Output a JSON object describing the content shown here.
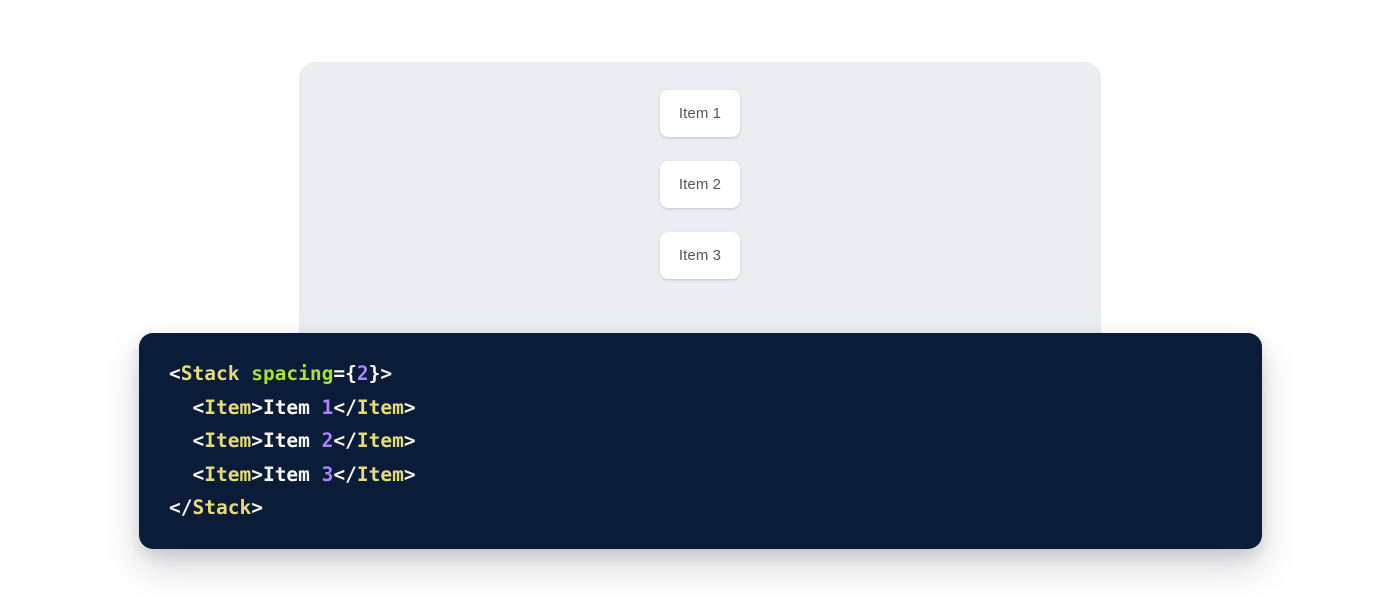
{
  "preview": {
    "panel_bg": "#eaedf2",
    "card_bg": "#ffffff",
    "card_text_color": "#55595e",
    "items": [
      {
        "label": "Item 1"
      },
      {
        "label": "Item 2"
      },
      {
        "label": "Item 3"
      }
    ]
  },
  "code": {
    "background": "#0a1c38",
    "language": "jsx",
    "colors": {
      "punctuation": "#f8f8f2",
      "tag": "#e6db74",
      "attribute": "#a6e22e",
      "number": "#ae81ff",
      "text": "#f8f8f2"
    },
    "lines": [
      {
        "indent": "",
        "tokens": [
          {
            "t": "punct",
            "v": "<"
          },
          {
            "t": "tag",
            "v": "Stack"
          },
          {
            "t": "text",
            "v": " "
          },
          {
            "t": "attr",
            "v": "spacing"
          },
          {
            "t": "punct",
            "v": "={"
          },
          {
            "t": "number",
            "v": "2"
          },
          {
            "t": "punct",
            "v": "}>"
          }
        ]
      },
      {
        "indent": "  ",
        "tokens": [
          {
            "t": "punct",
            "v": "<"
          },
          {
            "t": "tag",
            "v": "Item"
          },
          {
            "t": "punct",
            "v": ">"
          },
          {
            "t": "text",
            "v": "Item "
          },
          {
            "t": "number",
            "v": "1"
          },
          {
            "t": "punct",
            "v": "</"
          },
          {
            "t": "tag",
            "v": "Item"
          },
          {
            "t": "punct",
            "v": ">"
          }
        ]
      },
      {
        "indent": "  ",
        "tokens": [
          {
            "t": "punct",
            "v": "<"
          },
          {
            "t": "tag",
            "v": "Item"
          },
          {
            "t": "punct",
            "v": ">"
          },
          {
            "t": "text",
            "v": "Item "
          },
          {
            "t": "number",
            "v": "2"
          },
          {
            "t": "punct",
            "v": "</"
          },
          {
            "t": "tag",
            "v": "Item"
          },
          {
            "t": "punct",
            "v": ">"
          }
        ]
      },
      {
        "indent": "  ",
        "tokens": [
          {
            "t": "punct",
            "v": "<"
          },
          {
            "t": "tag",
            "v": "Item"
          },
          {
            "t": "punct",
            "v": ">"
          },
          {
            "t": "text",
            "v": "Item "
          },
          {
            "t": "number",
            "v": "3"
          },
          {
            "t": "punct",
            "v": "</"
          },
          {
            "t": "tag",
            "v": "Item"
          },
          {
            "t": "punct",
            "v": ">"
          }
        ]
      },
      {
        "indent": "",
        "tokens": [
          {
            "t": "punct",
            "v": "</"
          },
          {
            "t": "tag",
            "v": "Stack"
          },
          {
            "t": "punct",
            "v": ">"
          }
        ]
      }
    ]
  }
}
